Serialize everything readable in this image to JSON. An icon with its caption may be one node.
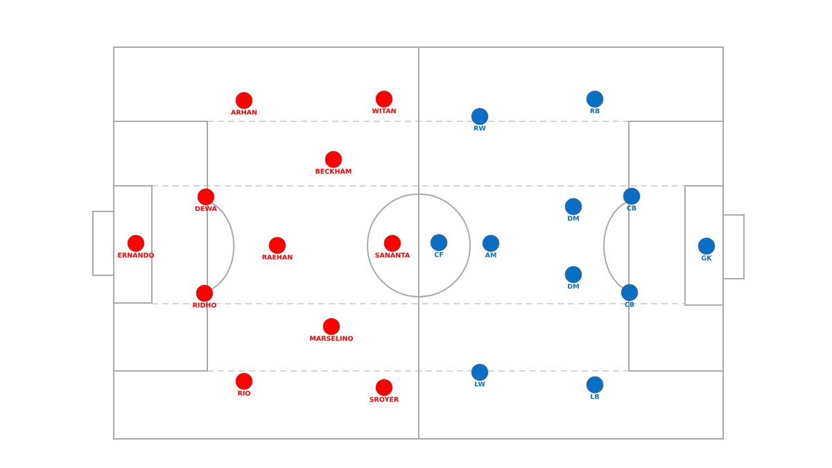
{
  "diagram": {
    "nodes": [
      {
        "text": [
          "ARHAN"
        ]
      },
      {
        "text": [
          "WITAN"
        ]
      },
      {
        "text": [
          "BECKHAM"
        ]
      },
      {
        "text": [
          "DEWA"
        ]
      },
      {
        "text": [
          "ERNANDO"
        ]
      },
      {
        "text": [
          "RAEHAN"
        ]
      },
      {
        "text": [
          "SANANTA"
        ]
      },
      {
        "text": [
          "RIDHO"
        ]
      },
      {
        "text": [
          "MARSELINO"
        ]
      },
      {
        "text": [
          "RIO"
        ]
      },
      {
        "text": [
          "SROYER"
        ]
      },
      {
        "text": [
          "RW"
        ]
      },
      {
        "text": [
          "RB"
        ]
      },
      {
        "text": [
          "CB"
        ]
      },
      {
        "text": [
          "DM"
        ]
      },
      {
        "text": [
          "CF"
        ]
      },
      {
        "text": [
          "AM"
        ]
      },
      {
        "text": [
          "GK"
        ]
      },
      {
        "text": [
          "DM"
        ]
      },
      {
        "text": [
          "CB"
        ]
      },
      {
        "text": [
          "LW"
        ]
      },
      {
        "text": [
          "LB"
        ]
      }
    ]
  }
}
